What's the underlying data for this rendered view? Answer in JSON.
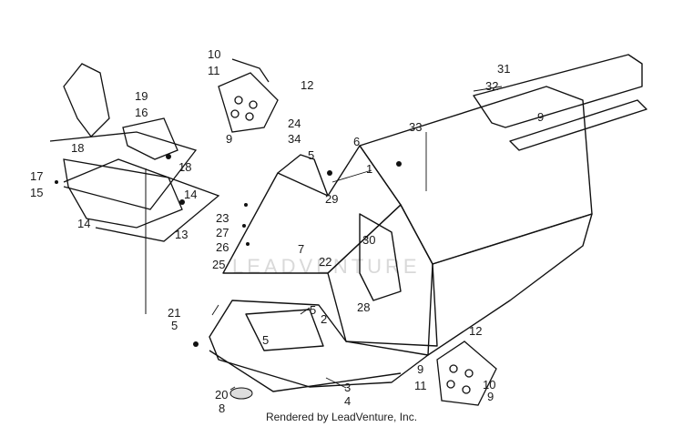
{
  "diagram": {
    "callouts": [
      "1",
      "2",
      "3",
      "4",
      "5",
      "6",
      "7",
      "8",
      "9",
      "10",
      "11",
      "12",
      "13",
      "14",
      "15",
      "16",
      "17",
      "18",
      "19",
      "20",
      "21",
      "22",
      "23",
      "24",
      "25",
      "26",
      "27",
      "28",
      "29",
      "30",
      "31",
      "32",
      "33",
      "34"
    ]
  },
  "watermark": "LEADVENTURE",
  "footer": "Rendered by LeadVenture, Inc."
}
